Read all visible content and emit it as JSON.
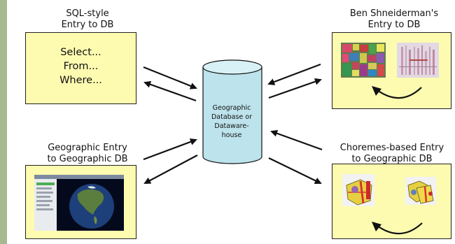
{
  "blocks": {
    "sql": {
      "title_line1": "SQL-style",
      "title_line2": "Entry to DB",
      "lines": [
        "Select...",
        "From...",
        "Where..."
      ]
    },
    "shneiderman": {
      "title_line1": "Ben Shneiderman's",
      "title_line2": "Entry to DB"
    },
    "geographic": {
      "title_line1": "Geographic Entry",
      "title_line2": "to Geographic DB"
    },
    "choremes": {
      "title_line1": "Choremes-based Entry",
      "title_line2": "to Geographic DB"
    }
  },
  "database": {
    "lines": [
      "Geographic",
      "Database or",
      "Dataware-",
      "house"
    ]
  },
  "colors": {
    "box_fill": "#fdfbb0",
    "cylinder": "#bde3ec",
    "sidebar": "#a7b98f"
  }
}
